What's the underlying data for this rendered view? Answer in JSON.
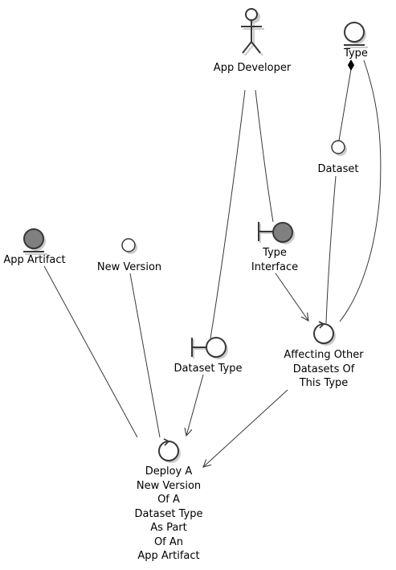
{
  "elements": {
    "app_developer": {
      "kind": "actor",
      "label": "App Developer"
    },
    "type": {
      "kind": "entity",
      "label": "Type"
    },
    "dataset": {
      "kind": "interface",
      "label": "Dataset"
    },
    "app_artifact": {
      "kind": "entity",
      "label": "App Artifact"
    },
    "new_version": {
      "kind": "interface",
      "label": "New Version"
    },
    "type_interface": {
      "kind": "boundary",
      "label_lines": [
        "Type",
        "Interface"
      ]
    },
    "dataset_type": {
      "kind": "boundary",
      "label": "Dataset Type"
    },
    "affecting_other": {
      "kind": "control",
      "label_lines": [
        "Affecting Other",
        "Datasets Of",
        "This Type"
      ]
    },
    "deploy": {
      "kind": "control",
      "label_lines": [
        "Deploy A",
        "New Version",
        "Of A",
        "Dataset Type",
        "As Part",
        "Of An",
        "App Artifact"
      ]
    }
  },
  "connections": [
    {
      "from": "type",
      "to": "dataset",
      "kind": "composition"
    },
    {
      "from": "app_developer",
      "to": "dataset_type",
      "kind": "link"
    },
    {
      "from": "app_developer",
      "to": "type_interface",
      "kind": "link"
    },
    {
      "from": "dataset",
      "to": "affecting_other",
      "kind": "link"
    },
    {
      "from": "type",
      "to": "affecting_other",
      "kind": "link"
    },
    {
      "from": "type_interface",
      "to": "affecting_other",
      "kind": "arrow"
    },
    {
      "from": "affecting_other",
      "to": "deploy",
      "kind": "arrow"
    },
    {
      "from": "dataset_type",
      "to": "deploy",
      "kind": "arrow"
    },
    {
      "from": "app_artifact",
      "to": "deploy",
      "kind": "link"
    },
    {
      "from": "new_version",
      "to": "deploy",
      "kind": "link"
    }
  ],
  "colors": {
    "stroke": "#383838",
    "light_fill": "#ffffff",
    "dark_fill": "#808080",
    "shadow": "#cccccc",
    "text": "#000000"
  }
}
